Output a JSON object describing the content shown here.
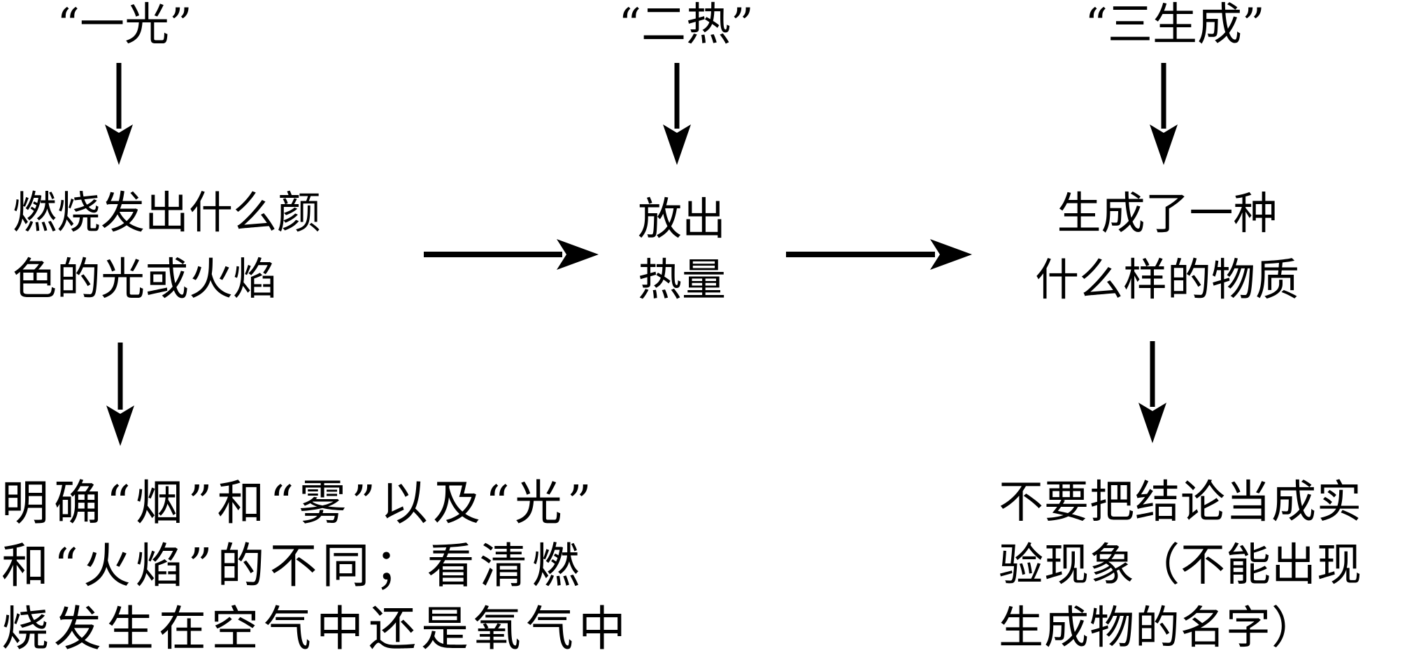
{
  "page": {
    "background": "#ffffff",
    "ink_color": "#000000"
  },
  "diagram": {
    "columns": [
      {
        "id": "light",
        "title": "“一光”",
        "box_lines": [
          "燃烧发出什么颜",
          "色的光或火焰"
        ],
        "note_lines": [
          "明确“烟”和“雾”以及“光”",
          "和“火焰”的不同；看清燃",
          "烧发生在空气中还是氧气中"
        ]
      },
      {
        "id": "heat",
        "title": "“二热”",
        "box_lines": [
          "放出",
          "热量"
        ],
        "note_lines": []
      },
      {
        "id": "product",
        "title": "“三生成”",
        "box_lines": [
          "生成了一种",
          "什么样的物质"
        ],
        "note_lines": [
          "不要把结论当成实",
          "验现象（不能出现",
          "生成物的名字）"
        ]
      }
    ]
  }
}
